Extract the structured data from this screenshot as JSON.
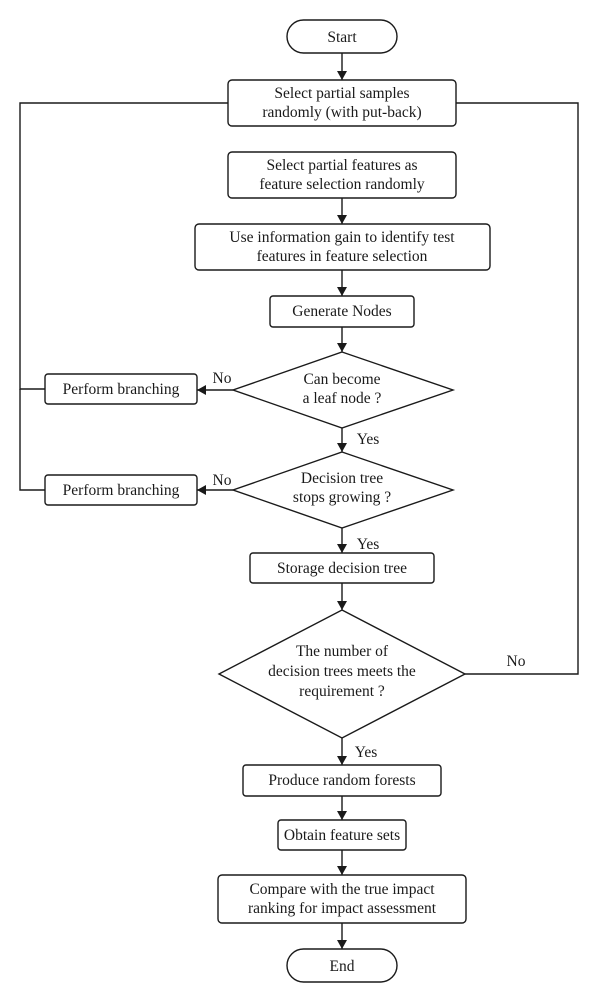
{
  "nodes": {
    "start": [
      "Start"
    ],
    "select_samples": [
      "Select partial samples",
      "randomly (with put-back)"
    ],
    "select_features": [
      "Select partial features as",
      "feature selection randomly"
    ],
    "info_gain": [
      "Use information gain to identify test",
      "features in feature selection"
    ],
    "generate_nodes": [
      "Generate Nodes"
    ],
    "leaf_decision": [
      "Can become",
      "a leaf node ?"
    ],
    "branch_1": [
      "Perform branching"
    ],
    "growth_decision": [
      "Decision tree",
      "stops growing ?"
    ],
    "branch_2": [
      "Perform branching"
    ],
    "storage": [
      "Storage decision tree"
    ],
    "count_decision": [
      "The number of",
      "decision trees meets the",
      "requirement ?"
    ],
    "produce": [
      "Produce random forests"
    ],
    "obtain": [
      "Obtain feature sets"
    ],
    "compare": [
      "Compare with the true impact",
      "ranking for impact assessment"
    ],
    "end": [
      "End"
    ]
  },
  "edge_labels": {
    "leaf_no": "No",
    "leaf_yes": "Yes",
    "growth_no": "No",
    "growth_yes": "Yes",
    "count_no": "No",
    "count_yes": "Yes"
  }
}
